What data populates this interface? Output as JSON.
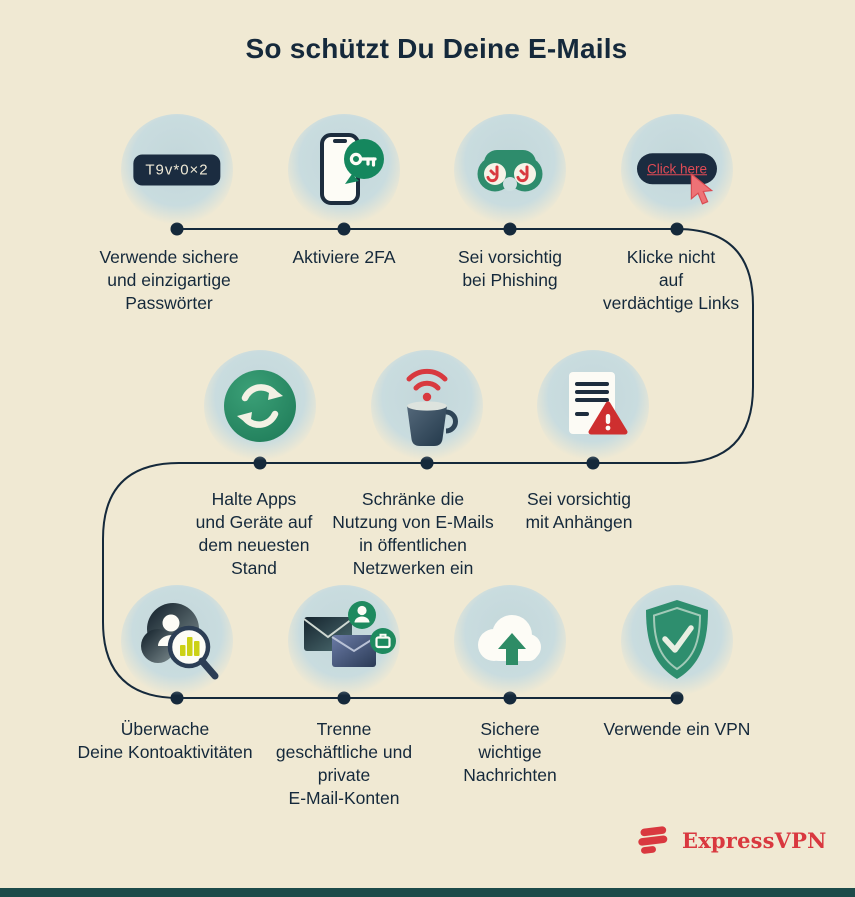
{
  "title": "So schützt Du Deine E-Mails",
  "steps": [
    {
      "label": "Verwende sichere\nund einzigartige\nPasswörter",
      "icon": "password",
      "icon_text": "T9v*0×2"
    },
    {
      "label": "Aktiviere 2FA",
      "icon": "2fa-phone-key"
    },
    {
      "label": "Sei vorsichtig\nbei Phishing",
      "icon": "phishing-binoculars"
    },
    {
      "label": "Klicke nicht\nauf\nverdächtige Links",
      "icon": "suspicious-link-button",
      "icon_text": "Click here"
    },
    {
      "label": "Halte Apps\nund Geräte auf\ndem neuesten\nStand",
      "icon": "update-refresh"
    },
    {
      "label": "Schränke die\nNutzung von E-Mails\nin öffentlichen\nNetzwerken ein",
      "icon": "public-wifi-cup"
    },
    {
      "label": "Sei vorsichtig\nmit Anhängen",
      "icon": "attachment-warning"
    },
    {
      "label": "Überwache\nDeine Kontoaktivitäten",
      "icon": "account-monitoring-magnifier"
    },
    {
      "label": "Trenne\ngeschäftliche und\nprivate\nE-Mail-Konten",
      "icon": "separate-mail-accounts"
    },
    {
      "label": "Sichere\nwichtige\nNachrichten",
      "icon": "cloud-backup"
    },
    {
      "label": "Verwende ein VPN",
      "icon": "vpn-shield-check"
    }
  ],
  "brand": {
    "name": "ExpressVPN"
  },
  "colors": {
    "background": "#f0e9d3",
    "ink": "#15293b",
    "green": "#2e8c6c",
    "red": "#d9383f",
    "bubble": "#c6d9dc",
    "footer": "#1d4b4a"
  }
}
